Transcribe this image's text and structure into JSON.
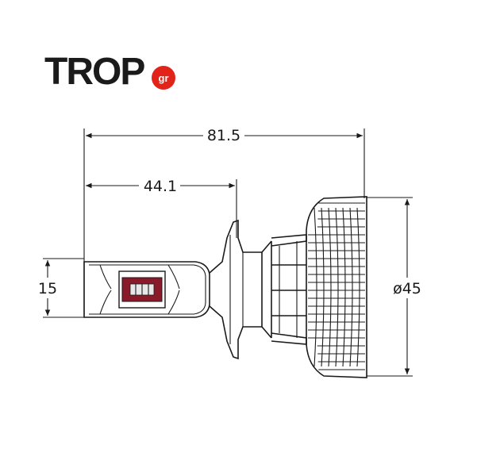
{
  "logo": {
    "brand_text": "TROP",
    "suffix_text": "gr",
    "brand_color": "#1b1b1b",
    "accent_color": "#e2231a"
  },
  "dimensions": {
    "overall_length": "81.5",
    "base_to_flange": "44.1",
    "led_height": "15",
    "diameter": "ø45"
  },
  "colors": {
    "line": "#1a1a1a",
    "chip": "#8a1a2a",
    "chip_led": "#e8e8e8"
  }
}
